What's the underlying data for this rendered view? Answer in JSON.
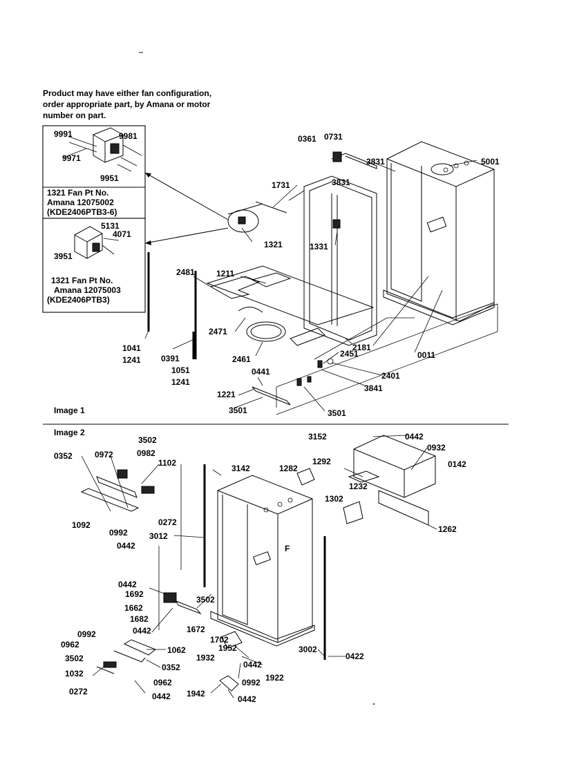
{
  "note": {
    "lines": [
      "Product may have either fan configuration,",
      "order appropriate part, by Amana or motor",
      "number on part."
    ]
  },
  "inset_a": {
    "caption": [
      "1321 Fan Pt No.",
      "Amana 12075002",
      "(KDE2406PTB3-6)"
    ],
    "labels": [
      "9991",
      "9981",
      "9971",
      "9951"
    ]
  },
  "inset_b": {
    "caption": [
      "1321 Fan Pt No.",
      "Amana 12075003",
      "(KDE2406PTB3)"
    ],
    "labels": [
      "5131",
      "4071",
      "3951"
    ]
  },
  "image1": {
    "title": "Image 1",
    "labels": [
      "0361",
      "0731",
      "3831",
      "5001",
      "1731",
      "3831",
      "1321",
      "1331",
      "2481",
      "1211",
      "2471",
      "2461",
      "0391",
      "1041",
      "1241",
      "1051",
      "1241",
      "2181",
      "0011",
      "2451",
      "2401",
      "3841",
      "0441",
      "1221",
      "3501",
      "3501"
    ]
  },
  "image2": {
    "title": "Image 2",
    "labels": [
      "3502",
      "0352",
      "0972",
      "0982",
      "1102",
      "3142",
      "1282",
      "3152",
      "0442",
      "0932",
      "0142",
      "1292",
      "1232",
      "1302",
      "1262",
      "1092",
      "0992",
      "0442",
      "0272",
      "3012",
      "0442",
      "1692",
      "1662",
      "1682",
      "0442",
      "3502",
      "1672",
      "1702",
      "1952",
      "1932",
      "0442",
      "1922",
      "0992",
      "1942",
      "0442",
      "3002",
      "0422",
      "0992",
      "0962",
      "3502",
      "1032",
      "0272",
      "1062",
      "0352",
      "0962",
      "0442"
    ]
  }
}
